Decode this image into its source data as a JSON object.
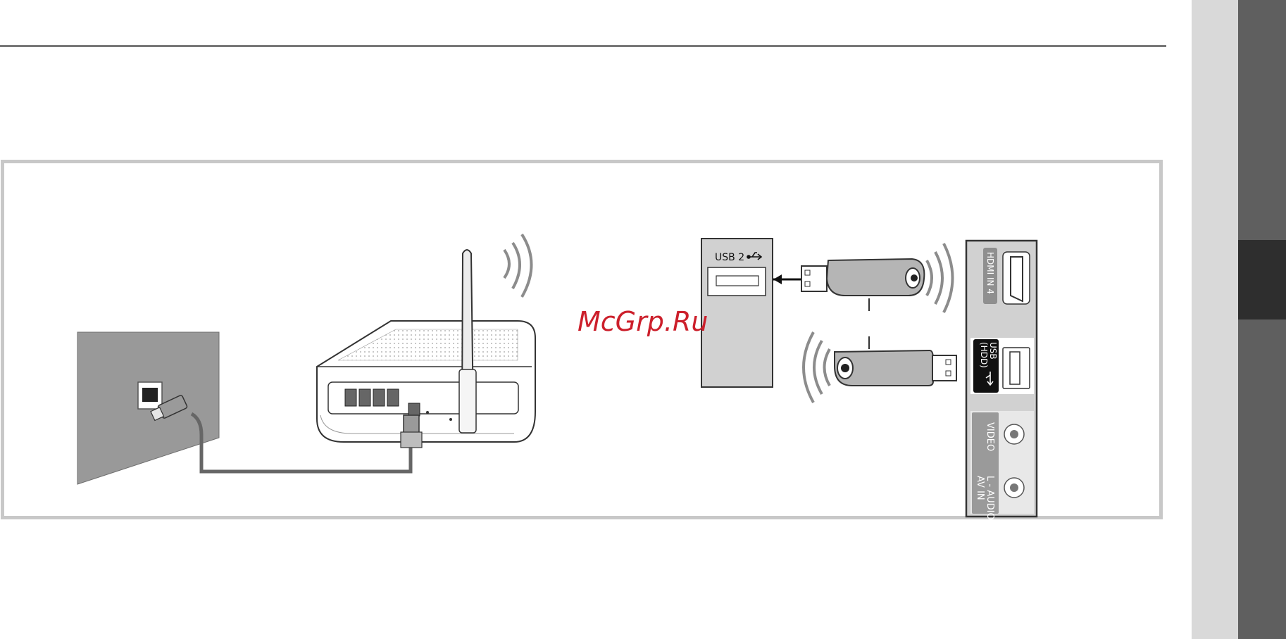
{
  "watermark": "McGrp.Ru",
  "usb_box_label": "USB 2",
  "tv_panel": {
    "hdmi_label": "HDMI IN 4",
    "usb_label": "USB",
    "usb_sublabel": "(HDD)",
    "video_label": "VIDEO",
    "audio_label": "L - AUDIO",
    "av_in_label": "AV IN"
  },
  "colors": {
    "accent_watermark": "#cc1f2b",
    "frame_border": "#c8c8c8",
    "side_tab_dark": "#2e2e2e",
    "side_strip": "#5f5f5f"
  }
}
